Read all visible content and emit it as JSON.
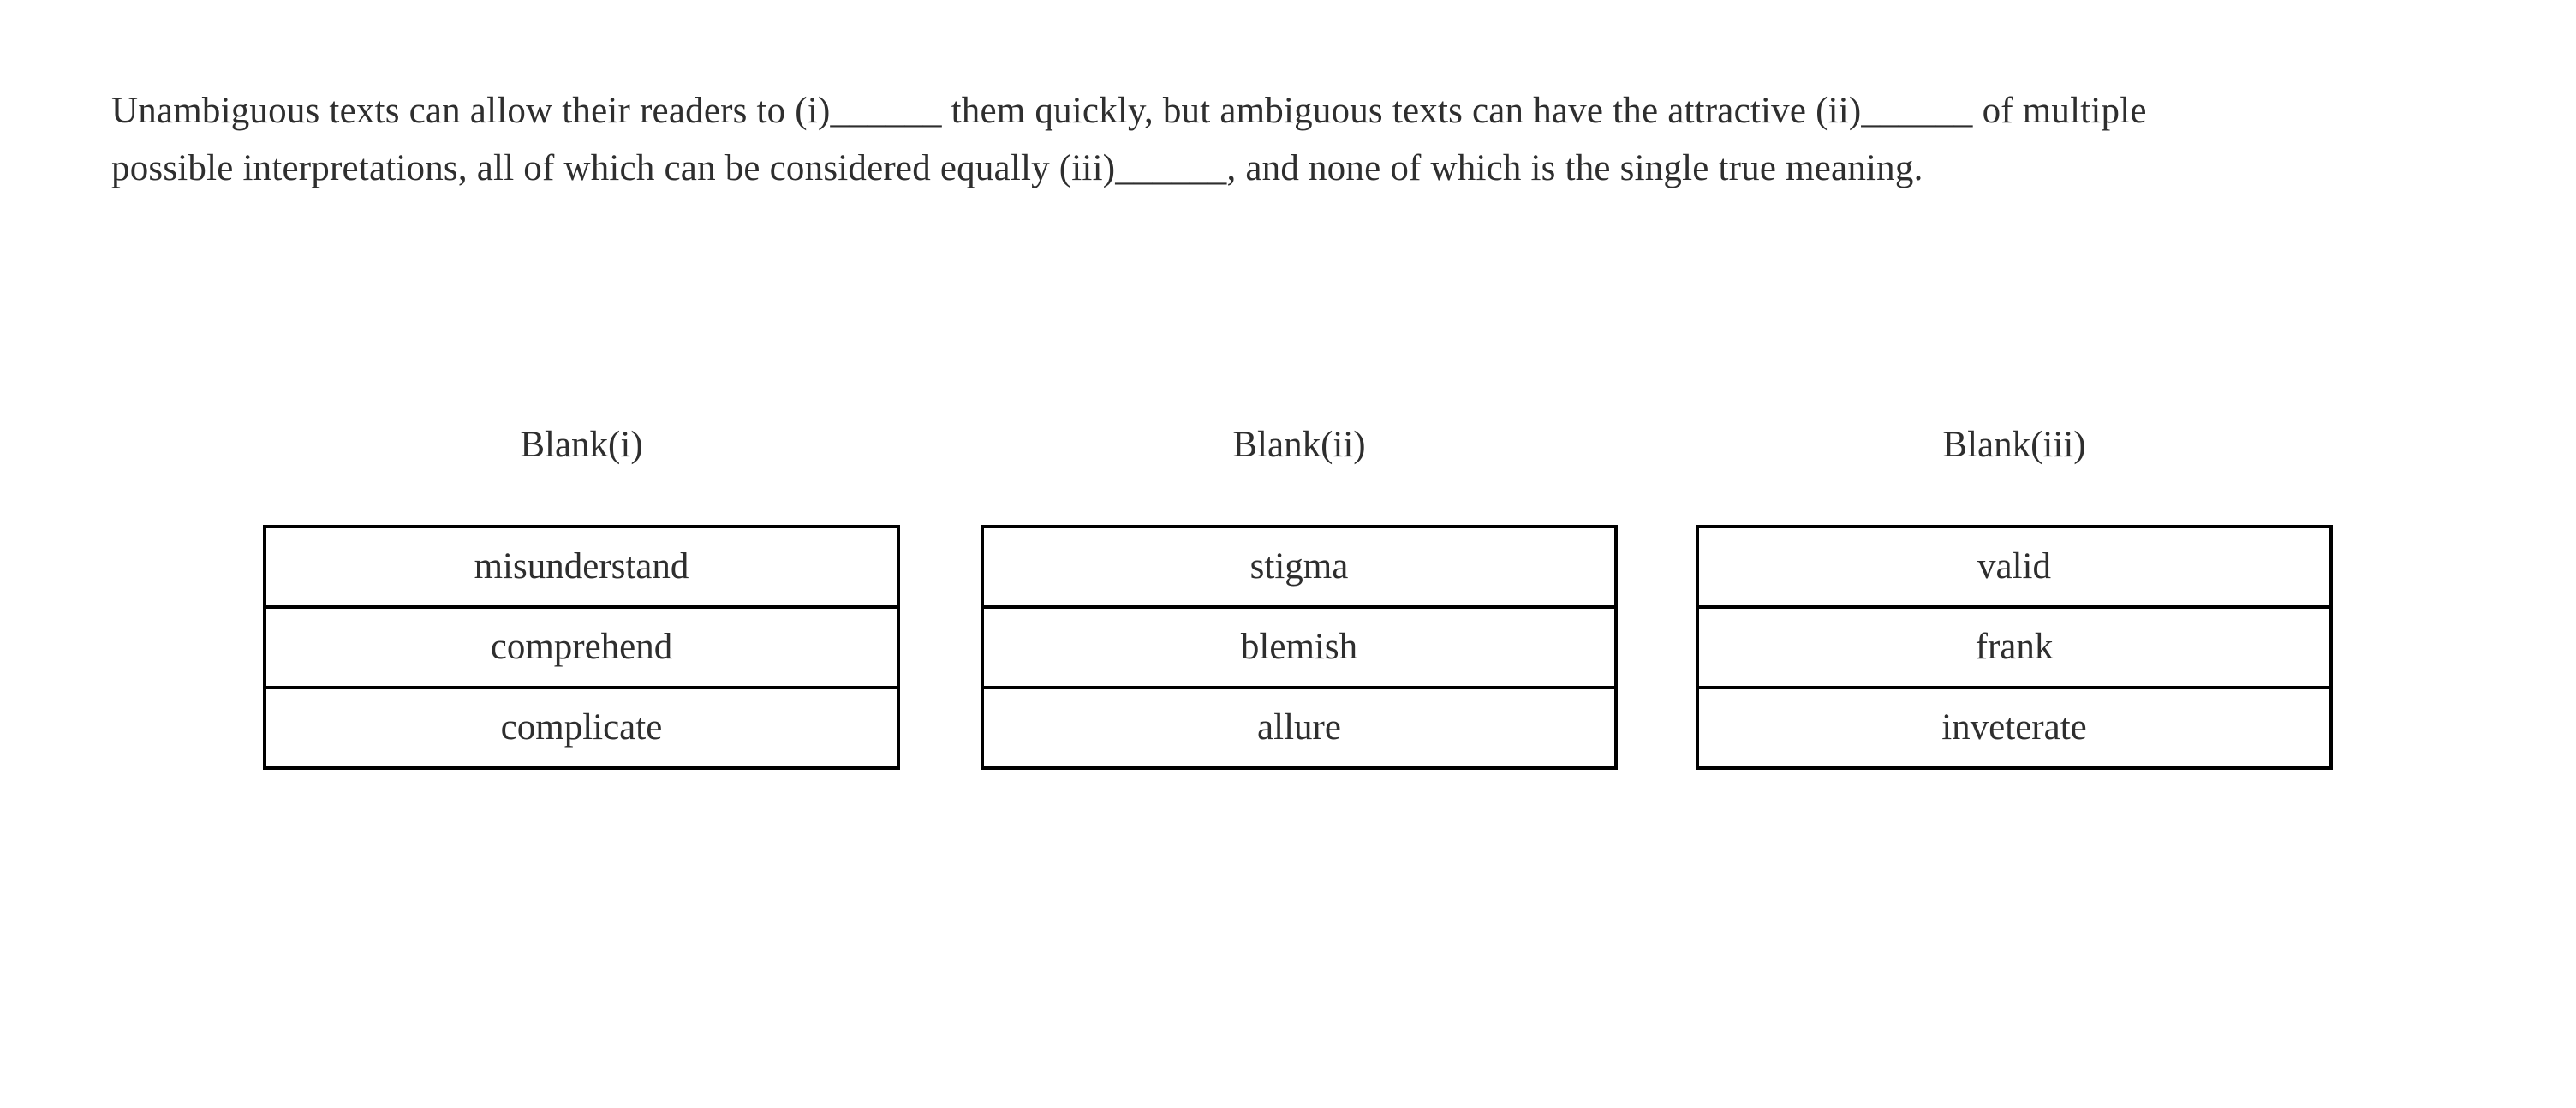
{
  "page": {
    "background_color": "#ffffff",
    "text_color": "#2e2e2e",
    "table_border_color": "#000000"
  },
  "passage": {
    "lines": [
      "Unambiguous texts can allow their readers to (i)______ them quickly, but ambiguous texts can have the attractive (ii)______ of multiple",
      "possible interpretations, all of which can be considered equally (iii)______, and none of which is the single true meaning."
    ],
    "full_text": "Unambiguous texts can allow their readers to (i)______ them quickly, but ambiguous texts can have the attractive (ii)______ of multiple possible interpretations, all of which can be considered equally (iii)______, and none of which is the single true meaning."
  },
  "columns": [
    {
      "label": "Blank(i)",
      "options": [
        "misunderstand",
        "comprehend",
        "complicate"
      ]
    },
    {
      "label": "Blank(ii)",
      "options": [
        "stigma",
        "blemish",
        "allure"
      ]
    },
    {
      "label": "Blank(iii)",
      "options": [
        "valid",
        "frank",
        "inveterate"
      ]
    }
  ]
}
